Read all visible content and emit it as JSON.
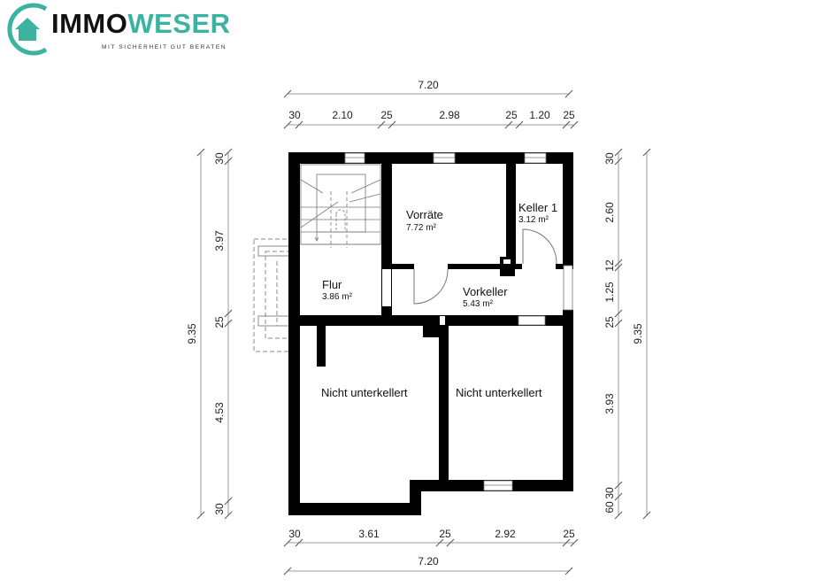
{
  "logo": {
    "word_dark": "IMMO",
    "word_teal": "WESER",
    "tagline": "MIT SICHERHEIT GUT BERATEN",
    "icon": "house-in-circle-icon",
    "brand_color": "#3bb3a0"
  },
  "floorplan": {
    "wall_color": "#000000",
    "dimension_line_color": "#999999",
    "rooms": [
      {
        "name": "Vorräte",
        "area": "7.72 m²"
      },
      {
        "name": "Keller 1",
        "area": "3.12 m²"
      },
      {
        "name": "Flur",
        "area": "3.86 m²"
      },
      {
        "name": "Vorkeller",
        "area": "5.43 m²"
      },
      {
        "name": "Nicht unterkellert",
        "area": ""
      },
      {
        "name": "Nicht unterkellert",
        "area": ""
      }
    ],
    "dimensions": {
      "top_total": "7.20",
      "top_segments": [
        "30",
        "2.10",
        "25",
        "2.98",
        "25",
        "1.20",
        "25"
      ],
      "bottom_segments": [
        "30",
        "3.61",
        "25",
        "2.92",
        "25"
      ],
      "bottom_total": "7.20",
      "left_total": "9.35",
      "left_segments": [
        "30",
        "3.97",
        "25",
        "4.53",
        "30"
      ],
      "right_segments": [
        "30",
        "2.60",
        "12",
        "1.25",
        "25",
        "3.93",
        "30",
        "60"
      ],
      "right_total": "9.35"
    }
  }
}
